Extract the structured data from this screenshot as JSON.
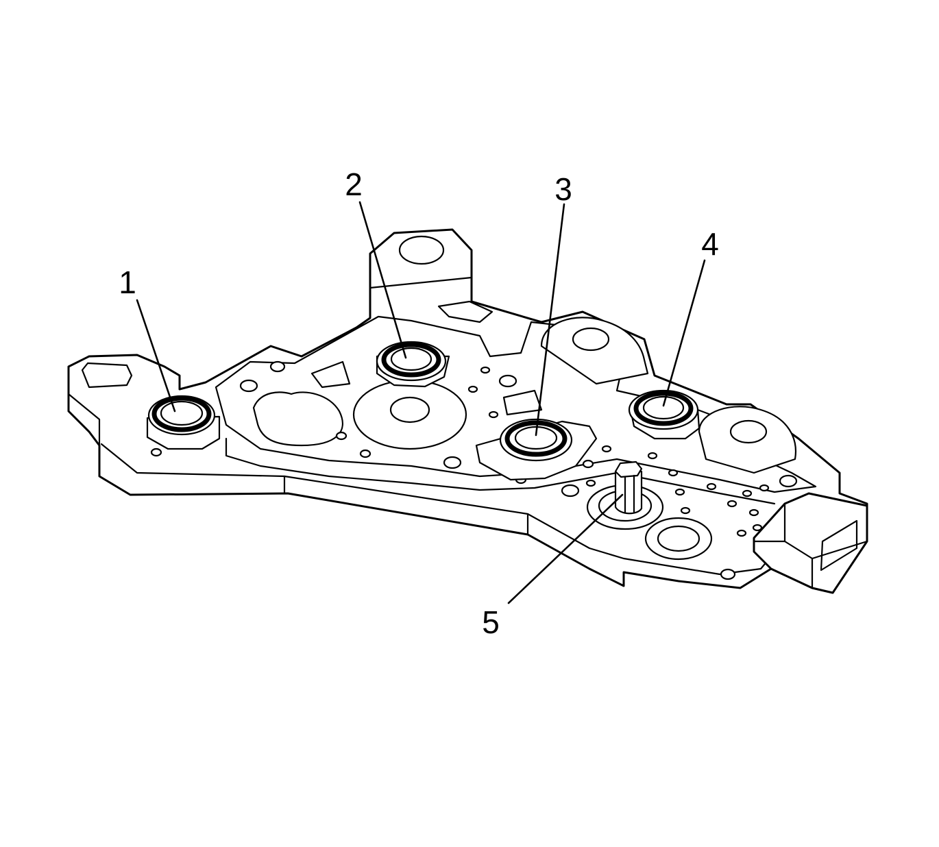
{
  "callouts": [
    {
      "label": "1",
      "part": "fluid-seal"
    },
    {
      "label": "2",
      "part": "fluid-seal"
    },
    {
      "label": "3",
      "part": "fluid-seal"
    },
    {
      "label": "4",
      "part": "fluid-seal"
    },
    {
      "label": "5",
      "part": "shaft"
    }
  ]
}
